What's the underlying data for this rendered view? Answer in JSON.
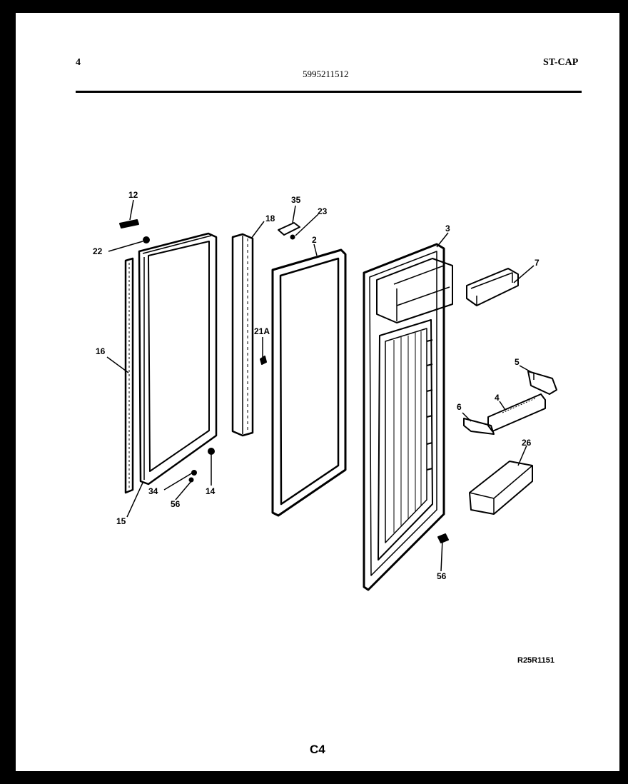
{
  "header": {
    "page_number": "4",
    "model_number": "5995211512",
    "style_code": "ST-CAP"
  },
  "callouts": {
    "c12": "12",
    "c22": "22",
    "c16": "16",
    "c15": "15",
    "c34": "34",
    "c56a": "56",
    "c14": "14",
    "c18": "18",
    "c21a": "21A",
    "c35": "35",
    "c23": "23",
    "c2": "2",
    "c3": "3",
    "c7": "7",
    "c5": "5",
    "c4": "4",
    "c6": "6",
    "c26": "26",
    "c56b": "56"
  },
  "footer": {
    "drawing_code": "R25R1151",
    "page_code": "C4"
  }
}
